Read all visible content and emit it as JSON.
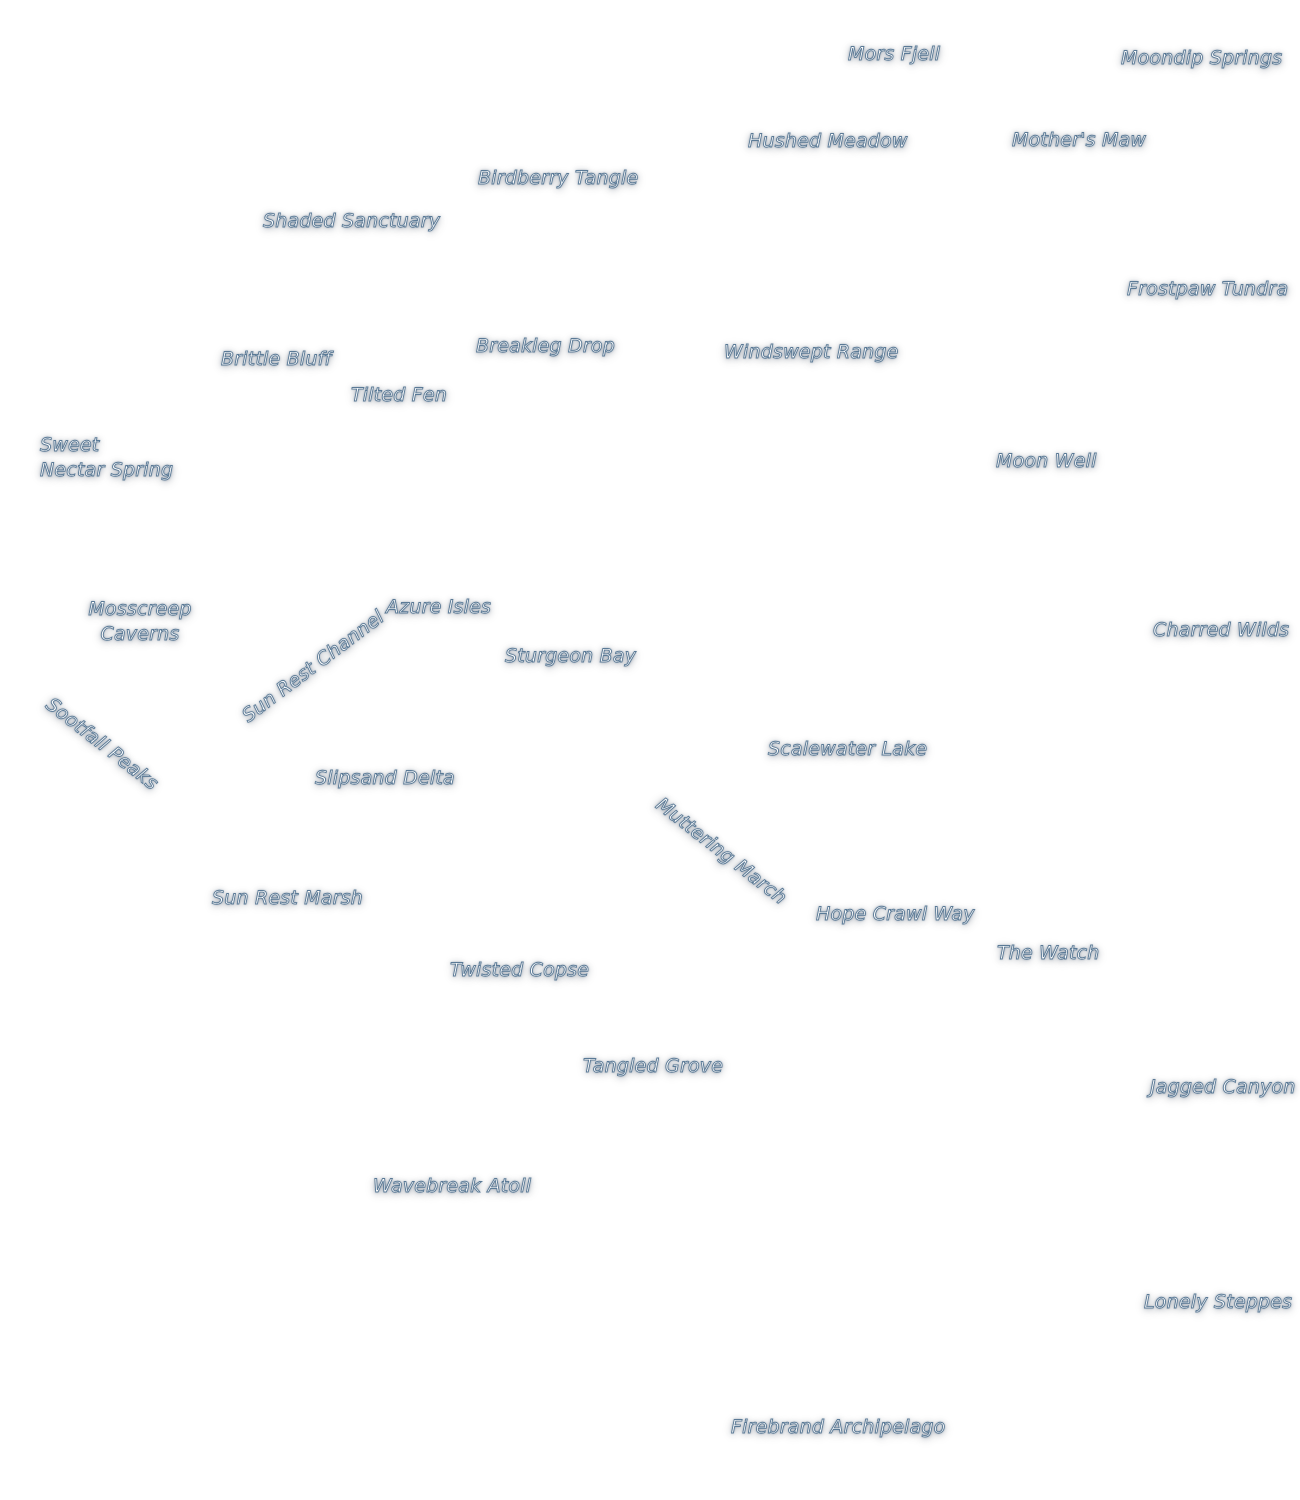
{
  "map": {
    "accent_color": "#5b7a96",
    "labels": {
      "mors_fjell": "Mors Fjell",
      "moondip_springs": "Moondip Springs",
      "hushed_meadow": "Hushed Meadow",
      "mothers_maw": "Mother's Maw",
      "birdberry_tangle": "Birdberry Tangle",
      "shaded_sanctuary": "Shaded Sanctuary",
      "frostpaw_tundra": "Frostpaw Tundra",
      "breakleg_drop": "Breakleg Drop",
      "windswept_range": "Windswept Range",
      "brittle_bluff": "Brittle Bluff",
      "tilted_fen": "Tilted Fen",
      "sweet_nectar_spring_1": "Sweet",
      "sweet_nectar_spring_2": "Nectar Spring",
      "moon_well": "Moon Well",
      "mosscreep_caverns_1": "Mosscreep",
      "mosscreep_caverns_2": "Caverns",
      "azure_isles": "Azure Isles",
      "charred_wilds": "Charred Wilds",
      "sturgeon_bay": "Sturgeon Bay",
      "sun_rest_channel": "Sun Rest Channel",
      "sootfall_peaks": "Sootfall Peaks",
      "scalewater_lake": "Scalewater Lake",
      "slipsand_delta": "Slipsand Delta",
      "muttering_march": "Muttering March",
      "sun_rest_marsh": "Sun Rest Marsh",
      "hope_crawl_way": "Hope Crawl Way",
      "the_watch": "The Watch",
      "twisted_copse": "Twisted Copse",
      "tangled_grove": "Tangled Grove",
      "jagged_canyon": "Jagged Canyon",
      "wavebreak_atoll": "Wavebreak Atoll",
      "lonely_steppes": "Lonely Steppes",
      "firebrand_archipelago": "Firebrand Archipelago"
    }
  }
}
